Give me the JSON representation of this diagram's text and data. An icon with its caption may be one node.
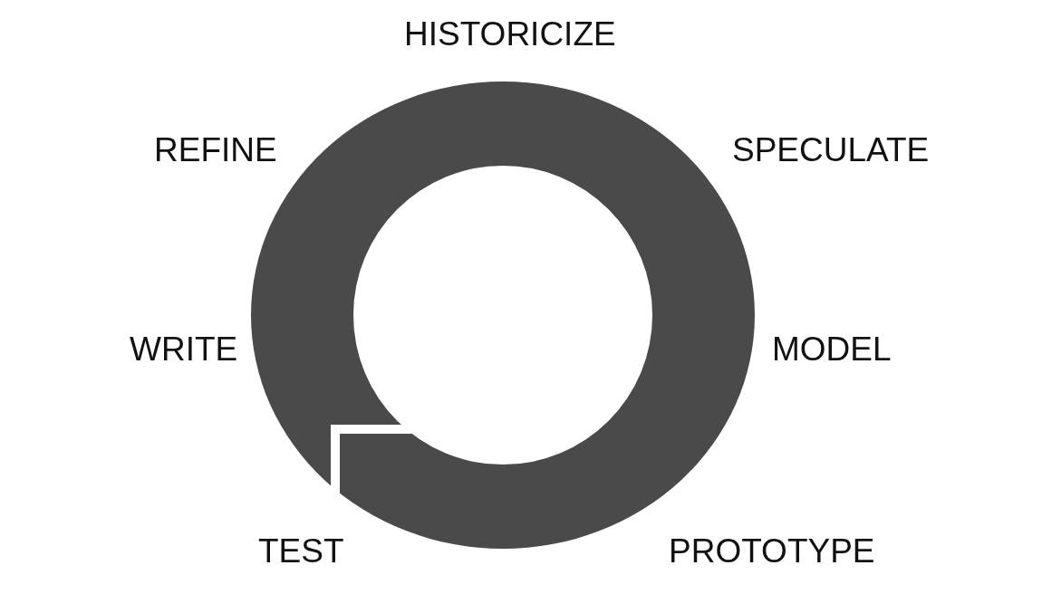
{
  "diagram": {
    "labels": [
      "HISTORICIZE",
      "SPECULATE",
      "MODEL",
      "PROTOTYPE",
      "TEST",
      "WRITE",
      "REFINE"
    ]
  }
}
